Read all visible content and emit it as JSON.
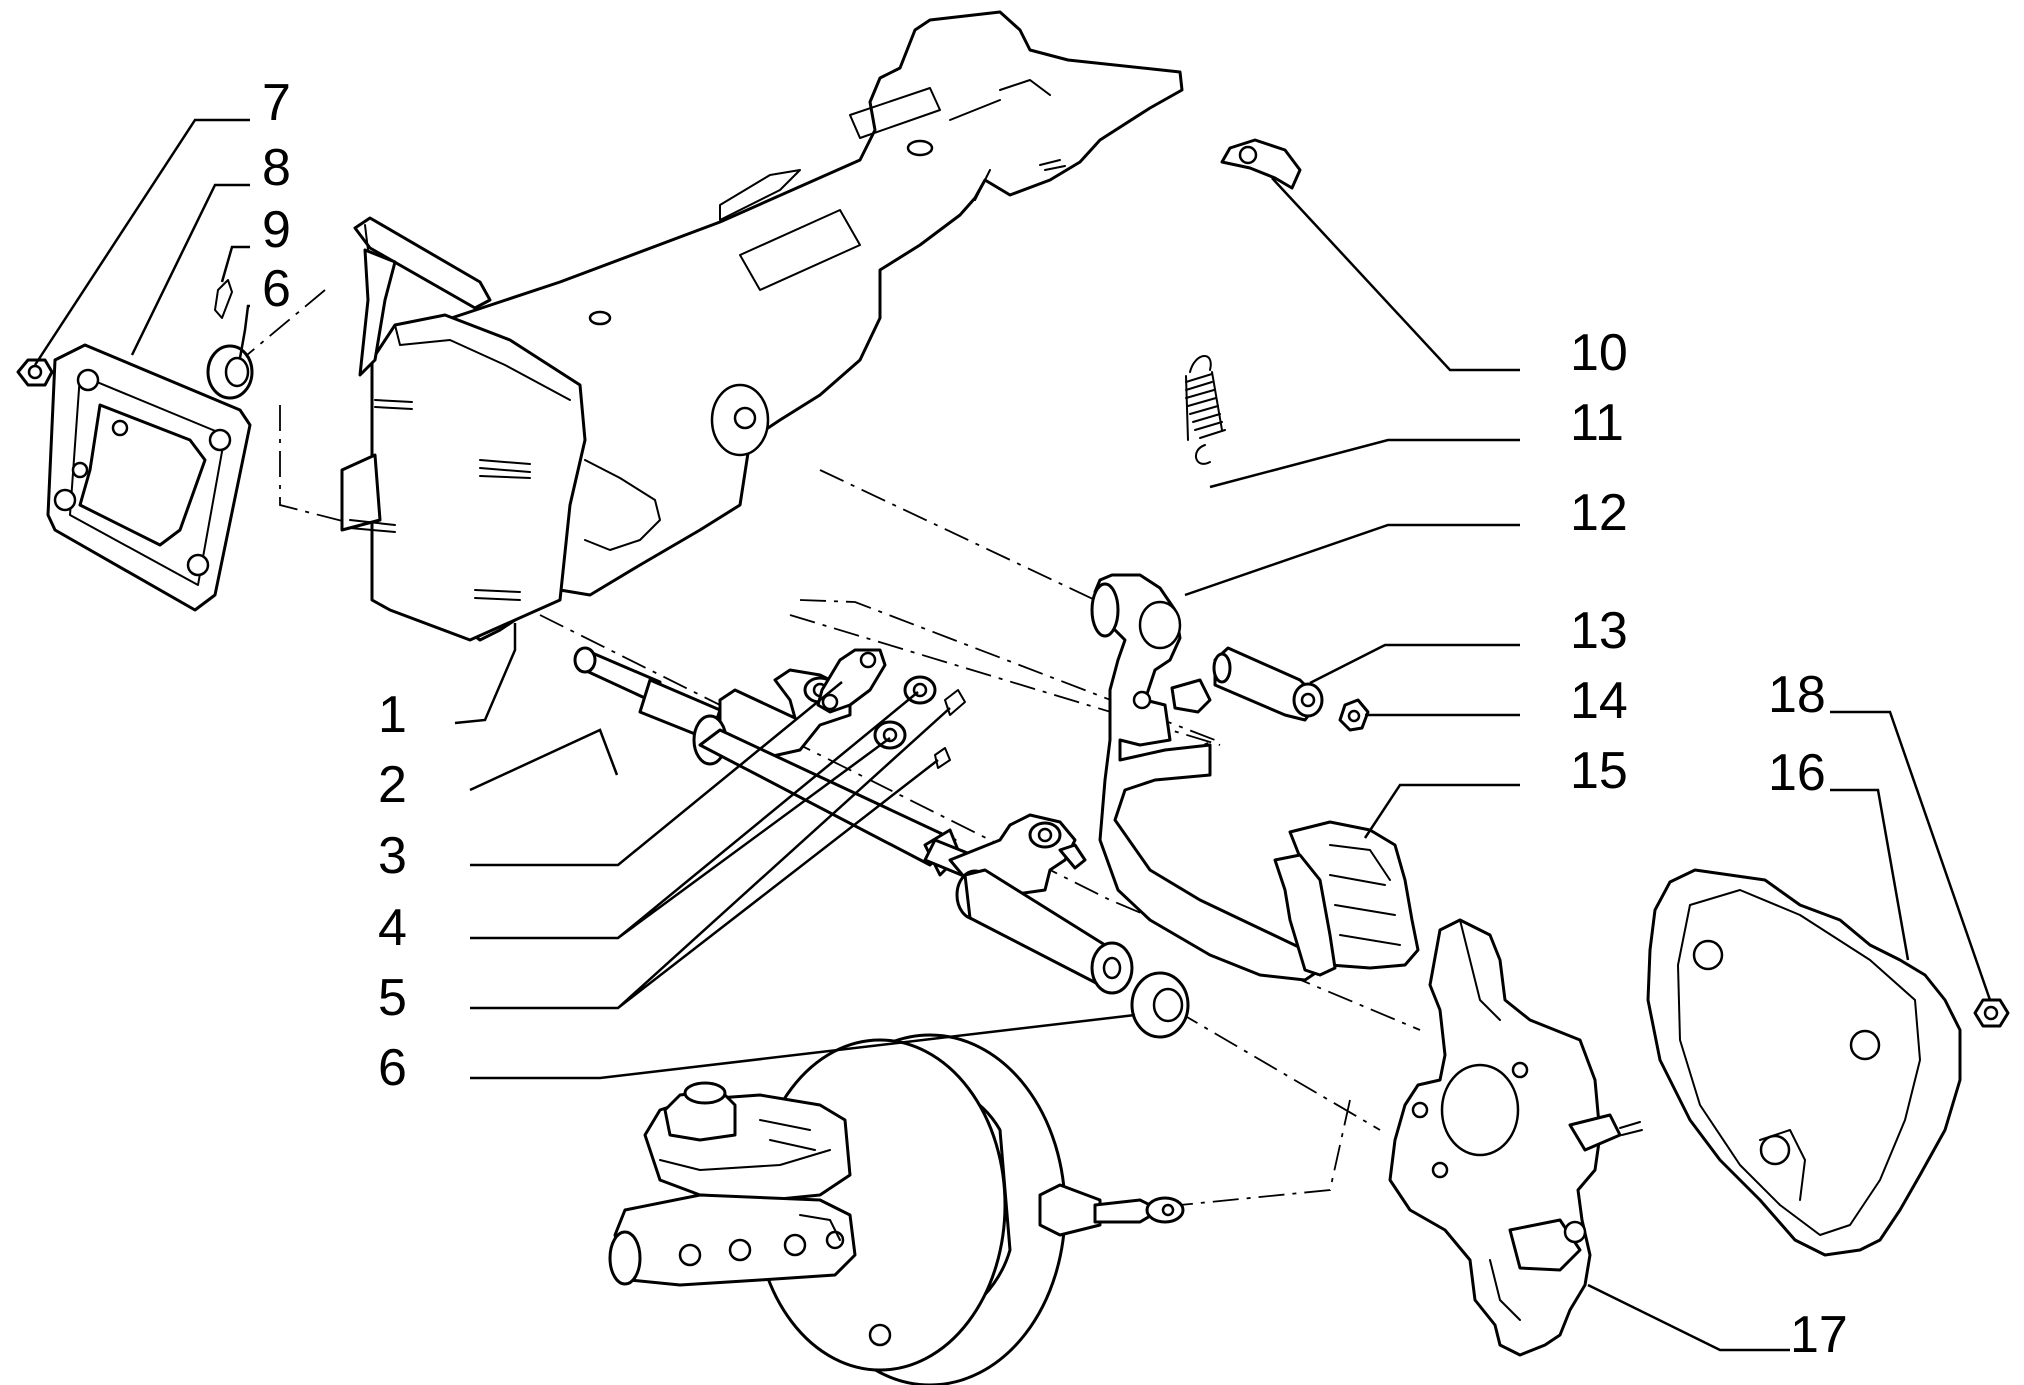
{
  "callouts": {
    "c1": "1",
    "c2": "2",
    "c3": "3",
    "c4": "4",
    "c5": "5",
    "c6a": "6",
    "c6b": "6",
    "c7": "7",
    "c8": "8",
    "c9": "9",
    "c10": "10",
    "c11": "11",
    "c12": "12",
    "c13": "13",
    "c14": "14",
    "c15": "15",
    "c16": "16",
    "c17": "17",
    "c18": "18"
  },
  "colors": {
    "ink": "#000000",
    "paper": "#ffffff"
  }
}
